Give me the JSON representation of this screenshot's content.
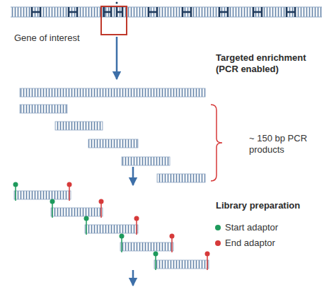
{
  "diagram": {
    "labels": [
      "Gene of interest",
      "Targeted enrichment (PCR enabled)",
      "~ 150 bp PCR products",
      "Library preparation"
    ],
    "legend": [
      {
        "text": "Start adaptor",
        "color": "#1e9a5c"
      },
      {
        "text": "End adaptor",
        "color": "#d63a3a"
      }
    ]
  }
}
